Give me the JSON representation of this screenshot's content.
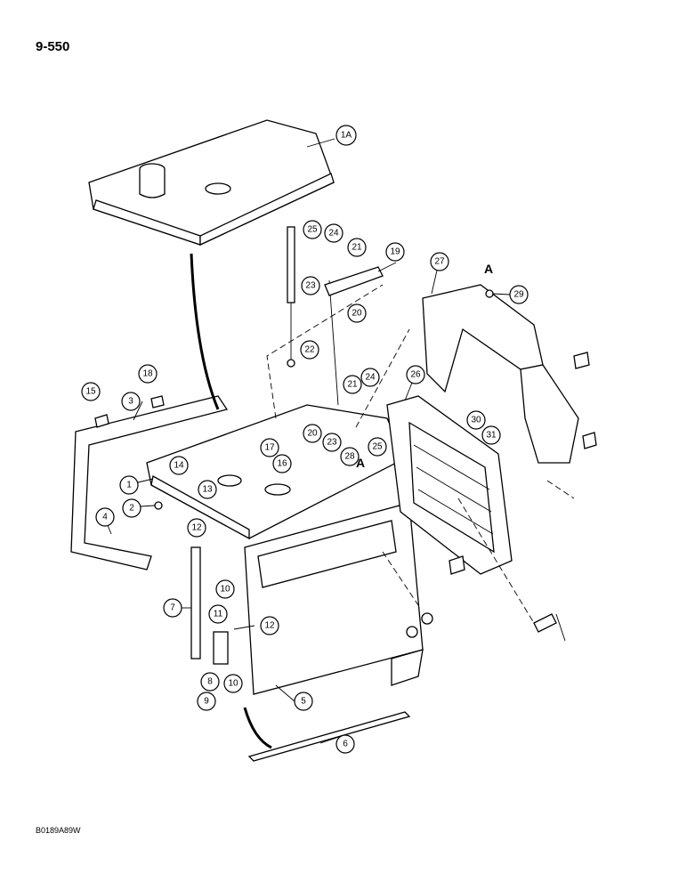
{
  "page_number": "9-550",
  "drawing_code": "B0189A89W",
  "section_marker": "A",
  "callouts": [
    "1A",
    "1",
    "2",
    "3",
    "4",
    "5",
    "6",
    "7",
    "8",
    "9",
    "10",
    "10",
    "11",
    "12",
    "12",
    "13",
    "14",
    "15",
    "16",
    "17",
    "18",
    "19",
    "20",
    "20",
    "21",
    "21",
    "22",
    "23",
    "23",
    "24",
    "24",
    "25",
    "25",
    "26",
    "27",
    "28",
    "29",
    "30",
    "31"
  ]
}
